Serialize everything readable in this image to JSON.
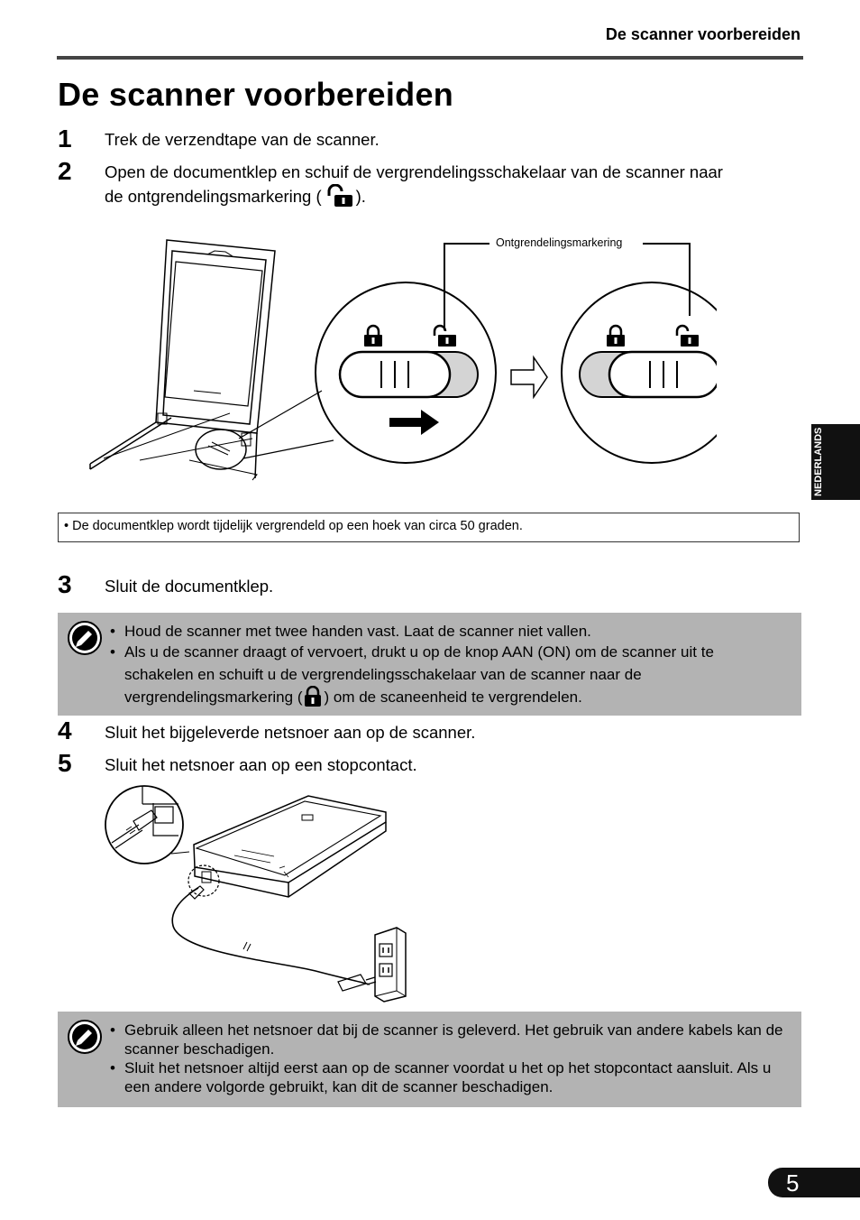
{
  "header": {
    "running_title": "De scanner voorbereiden"
  },
  "page_title": "De scanner voorbereiden",
  "steps": [
    {
      "num": "1",
      "text": "Trek de verzendtape van de scanner."
    },
    {
      "num": "2",
      "text_line1": "Open de documentklep en schuif de vergrendelingsschakelaar van de scanner naar",
      "text_line2_pre": "de ontgrendelingsmarkering (",
      "text_line2_post": ")."
    },
    {
      "num": "3",
      "text": "Sluit de documentklep."
    },
    {
      "num": "4",
      "text": "Sluit het bijgeleverde netsnoer aan op de scanner."
    },
    {
      "num": "5",
      "text": "Sluit het netsnoer aan op een stopcontact."
    }
  ],
  "figure1": {
    "callout_label": "Ontgrendelingsmarkering"
  },
  "note1": {
    "text": "De documentklep wordt tijdelijk vergrendeld op een hoek van circa 50 graden."
  },
  "caution1": {
    "items": [
      "Houd de scanner met twee handen vast. Laat de scanner niet vallen.",
      "Als u de scanner draagt of vervoert, drukt u op de knop AAN (ON) om de scanner uit te"
    ],
    "item2_line2": "schakelen en schuift u de vergrendelingsschakelaar van de scanner naar de",
    "item2_line3_pre": "vergrendelingsmarkering (",
    "item2_line3_post": ") om de scaneenheid te vergrendelen."
  },
  "caution2": {
    "items": [
      "Gebruik alleen het netsnoer dat bij de scanner is geleverd. Het gebruik van andere kabels kan de scanner beschadigen.",
      "Sluit het netsnoer altijd eerst aan op de scanner voordat u het op het stopcontact aansluit. Als u een andere volgorde gebruikt, kan dit de scanner beschadigen."
    ]
  },
  "side_tab": {
    "label": "NEDERLANDS"
  },
  "page_number": "5",
  "colors": {
    "caution_bg": "#b3b3b3",
    "tab_bg": "#111111"
  }
}
